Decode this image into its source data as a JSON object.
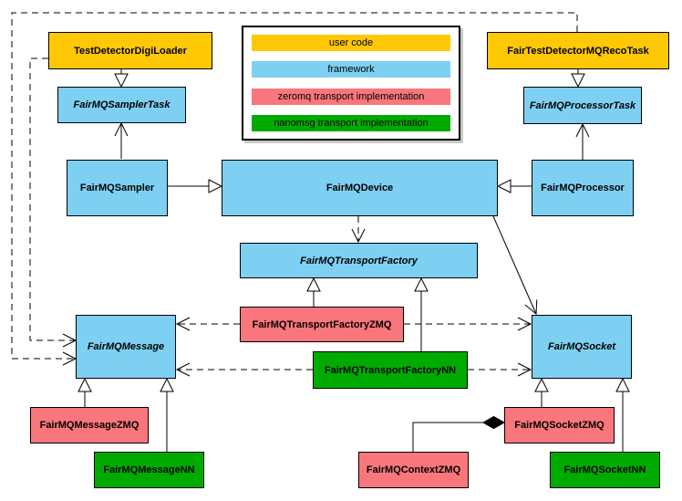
{
  "colors": {
    "user_code": "#ffc805",
    "framework": "#7ed0f2",
    "zeromq": "#f9777c",
    "nanomsg": "#00ab00"
  },
  "legend": {
    "items": [
      {
        "label": "user code",
        "color": "#ffc805"
      },
      {
        "label": "framework",
        "color": "#7ed0f2"
      },
      {
        "label": "zeromq transport implementation",
        "color": "#f9777c"
      },
      {
        "label": "nanomsg transport implementation",
        "color": "#00ab00"
      }
    ]
  },
  "nodes": [
    {
      "id": "test-detector-digi-loader",
      "label": "TestDetectorDigiLoader",
      "category": "user code",
      "abstract": false
    },
    {
      "id": "fair-test-detector-mq-reco-task",
      "label": "FairTestDetectorMQRecoTask",
      "category": "user code",
      "abstract": false
    },
    {
      "id": "fairmq-sampler-task",
      "label": "FairMQSamplerTask",
      "category": "framework",
      "abstract": true
    },
    {
      "id": "fairmq-processor-task",
      "label": "FairMQProcessorTask",
      "category": "framework",
      "abstract": true
    },
    {
      "id": "fairmq-sampler",
      "label": "FairMQSampler",
      "category": "framework",
      "abstract": false
    },
    {
      "id": "fairmq-device",
      "label": "FairMQDevice",
      "category": "framework",
      "abstract": false
    },
    {
      "id": "fairmq-processor",
      "label": "FairMQProcessor",
      "category": "framework",
      "abstract": false
    },
    {
      "id": "fairmq-transport-factory",
      "label": "FairMQTransportFactory",
      "category": "framework",
      "abstract": true
    },
    {
      "id": "fairmq-transport-factory-zmq",
      "label": "FairMQTransportFactoryZMQ",
      "category": "zeromq",
      "abstract": false
    },
    {
      "id": "fairmq-transport-factory-nn",
      "label": "FairMQTransportFactoryNN",
      "category": "nanomsg",
      "abstract": false
    },
    {
      "id": "fairmq-message",
      "label": "FairMQMessage",
      "category": "framework",
      "abstract": true
    },
    {
      "id": "fairmq-socket",
      "label": "FairMQSocket",
      "category": "framework",
      "abstract": true
    },
    {
      "id": "fairmq-message-zmq",
      "label": "FairMQMessageZMQ",
      "category": "zeromq",
      "abstract": false
    },
    {
      "id": "fairmq-message-nn",
      "label": "FairMQMessageNN",
      "category": "nanomsg",
      "abstract": false
    },
    {
      "id": "fairmq-socket-zmq",
      "label": "FairMQSocketZMQ",
      "category": "zeromq",
      "abstract": false
    },
    {
      "id": "fairmq-socket-nn",
      "label": "FairMQSocketNN",
      "category": "nanomsg",
      "abstract": false
    },
    {
      "id": "fairmq-context-zmq",
      "label": "FairMQContextZMQ",
      "category": "zeromq",
      "abstract": false
    }
  ],
  "edges": [
    {
      "from": "TestDetectorDigiLoader",
      "to": "FairMQSamplerTask",
      "type": "inheritance-hollow-triangle"
    },
    {
      "from": "FairTestDetectorMQRecoTask",
      "to": "FairMQProcessorTask",
      "type": "inheritance-hollow-triangle"
    },
    {
      "from": "FairMQSampler",
      "to": "FairMQDevice",
      "type": "inheritance-hollow-triangle"
    },
    {
      "from": "FairMQProcessor",
      "to": "FairMQDevice",
      "type": "inheritance-hollow-triangle"
    },
    {
      "from": "FairMQSampler",
      "to": "FairMQSamplerTask",
      "type": "association-open-arrow"
    },
    {
      "from": "FairMQProcessor",
      "to": "FairMQProcessorTask",
      "type": "association-open-arrow"
    },
    {
      "from": "FairMQDevice",
      "to": "FairMQSocket",
      "type": "association-open-arrow"
    },
    {
      "from": "FairMQDevice",
      "to": "FairMQTransportFactory",
      "type": "dependency-dashed"
    },
    {
      "from": "FairMQTransportFactoryZMQ",
      "to": "FairMQTransportFactory",
      "type": "inheritance-hollow-triangle"
    },
    {
      "from": "FairMQTransportFactoryNN",
      "to": "FairMQTransportFactory",
      "type": "inheritance-hollow-triangle"
    },
    {
      "from": "FairMQTransportFactoryZMQ",
      "to": "FairMQMessage",
      "type": "dependency-dashed"
    },
    {
      "from": "FairMQTransportFactoryZMQ",
      "to": "FairMQSocket",
      "type": "dependency-dashed"
    },
    {
      "from": "FairMQTransportFactoryNN",
      "to": "FairMQMessage",
      "type": "dependency-dashed"
    },
    {
      "from": "FairMQTransportFactoryNN",
      "to": "FairMQSocket",
      "type": "dependency-dashed"
    },
    {
      "from": "FairTestDetectorMQRecoTask",
      "to": "FairMQMessage",
      "type": "dependency-dashed"
    },
    {
      "from": "TestDetectorDigiLoader",
      "to": "FairMQMessage",
      "type": "dependency-dashed"
    },
    {
      "from": "FairMQMessageZMQ",
      "to": "FairMQMessage",
      "type": "inheritance-hollow-triangle"
    },
    {
      "from": "FairMQMessageNN",
      "to": "FairMQMessage",
      "type": "inheritance-hollow-triangle"
    },
    {
      "from": "FairMQSocketZMQ",
      "to": "FairMQSocket",
      "type": "inheritance-hollow-triangle"
    },
    {
      "from": "FairMQSocketNN",
      "to": "FairMQSocket",
      "type": "inheritance-hollow-triangle"
    },
    {
      "from": "FairMQContextZMQ",
      "to": "FairMQSocketZMQ",
      "type": "composition-filled-diamond"
    }
  ]
}
